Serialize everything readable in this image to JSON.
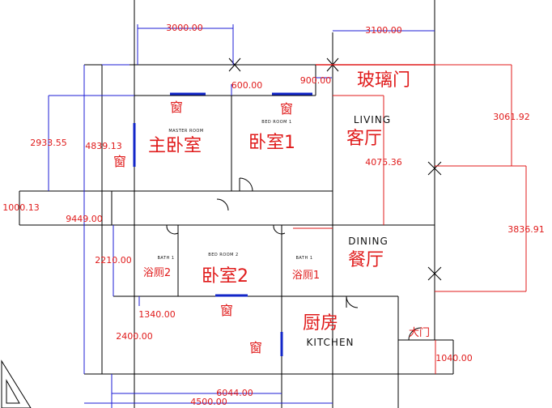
{
  "dimensions": {
    "top_left_width": "3000.00",
    "top_right_width": "3100.00",
    "window_offset_600": "600.00",
    "window_offset_900": "900.00",
    "right_upper": "3061.92",
    "right_lower": "3836.91",
    "living_depth": "4075.36",
    "left_outer": "4839.13",
    "left_inner": "2933.55",
    "left_corridor": "1000.13",
    "overall_left": "9449.00",
    "bath_height": "2210.00",
    "bath_width": "1340.00",
    "lower_height": "2400.00",
    "bottom_total": "6044.00",
    "bottom_sub": "4500.00",
    "entry_width": "1040.00"
  },
  "labels": {
    "glass_door": "玻璃门",
    "living_en": "LIVING",
    "living_cn": "客厅",
    "master_room_en": "MASTER ROOM",
    "master_room_cn": "主卧室",
    "bedroom1_en": "BED ROOM 1",
    "bedroom1_cn": "卧室1",
    "dining_en": "DINING",
    "dining_cn": "餐厅",
    "bath1_en": "BATH 1",
    "bath1_cn": "浴厕1",
    "bath2_en": "BATH 1",
    "bath2_cn": "浴厕2",
    "bedroom2_en": "BED ROOM 2",
    "bedroom2_cn": "卧室2",
    "kitchen_cn": "厨房",
    "kitchen_en": "KITCHEN",
    "main_door": "大门",
    "window": "窗"
  },
  "colors": {
    "wall": "#000000",
    "dimension": "#e01b1b",
    "dim_line": "#1c1cd6",
    "window": "#1226c8"
  }
}
